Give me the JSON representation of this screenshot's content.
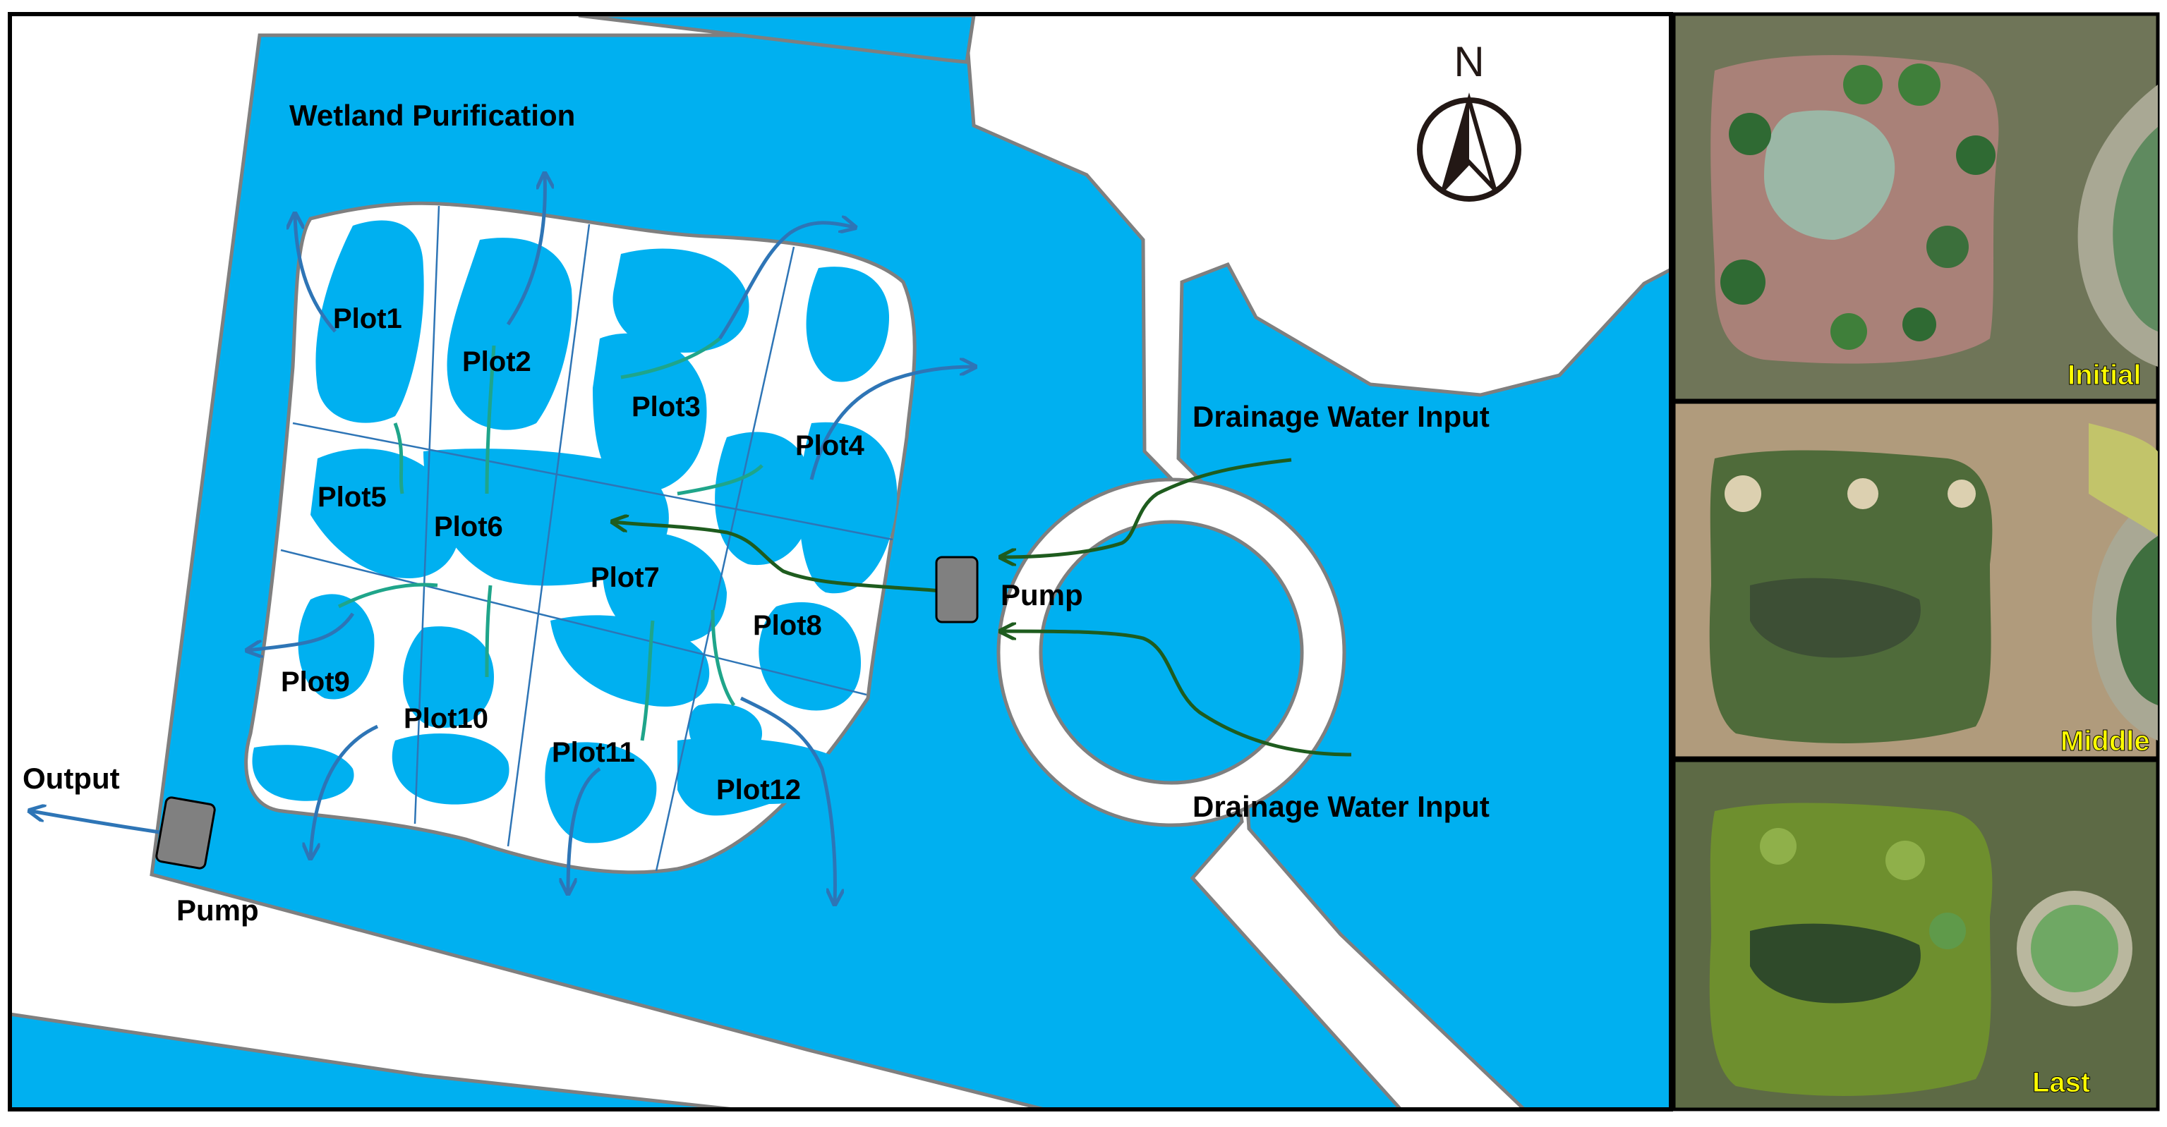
{
  "map": {
    "title": "Wetland Purification",
    "north_label": "N",
    "plots": [
      "Plot1",
      "Plot2",
      "Plot3",
      "Plot4",
      "Plot5",
      "Plot6",
      "Plot7",
      "Plot8",
      "Plot9",
      "Plot10",
      "Plot11",
      "Plot12"
    ],
    "inputs": [
      "Drainage Water Input",
      "Drainage Water Input"
    ],
    "pump_labels": [
      "Pump",
      "Pump"
    ],
    "output_label": "Output"
  },
  "photos": [
    {
      "stage": "Initial"
    },
    {
      "stage": "Middle"
    },
    {
      "stage": "Last"
    }
  ],
  "colors": {
    "water": "#00b0f0",
    "land": "#ffffff",
    "outline": "#7f7f7f",
    "flow_blue": "#2e75b6",
    "flow_green": "#1e5c1e",
    "photo_label": "#ffff00",
    "pump_fill": "#808080"
  }
}
